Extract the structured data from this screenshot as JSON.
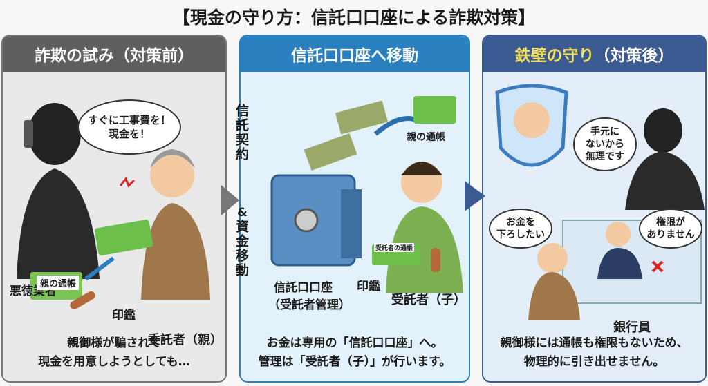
{
  "title": "【現金の守り方：信託口口座による詐欺対策】",
  "panels": [
    {
      "header": "詐欺の試み（対策前）",
      "bubble": [
        "すぐに工事費を！",
        "現金を！"
      ],
      "labels": {
        "scammer": "悪徳業者",
        "passbook": "親の通帳",
        "seal": "印鑑",
        "settlor": "委託者（親）"
      },
      "caption": [
        "親御様が騙されて",
        "現金を用意しようとしても…"
      ]
    },
    {
      "header": "信託口口座へ移動",
      "labels": {
        "passbook": "親の通帳",
        "account": "信託口口座",
        "account_sub": "（受託者管理）",
        "seal": "印鑑",
        "trustee": "受託者（子）",
        "card": "受託者の通帳"
      },
      "caption": [
        "お金は専用の「信託口口座」へ。",
        "管理は「受託者（子）」が行います。"
      ]
    },
    {
      "header_highlight": "鉄壁の守り",
      "header_rest": "（対策後）",
      "bubble_parent": [
        "手元に",
        "ないから",
        "無理です"
      ],
      "bubble_withdraw": [
        "お金を",
        "下ろしたい"
      ],
      "bubble_bank": [
        "権限が",
        "ありません"
      ],
      "labels": {
        "banker": "銀行員"
      },
      "caption": [
        "親御様には通帳も権限もないため、",
        "物理的に引き出せません。"
      ]
    }
  ],
  "transition": {
    "top": "信託契約",
    "amp": "&",
    "bottom": "資金移動"
  },
  "colors": {
    "gray": "#5f5f5f",
    "blue": "#2a7fbf",
    "navy": "#3b5a92",
    "yellow": "#f2e05a"
  }
}
